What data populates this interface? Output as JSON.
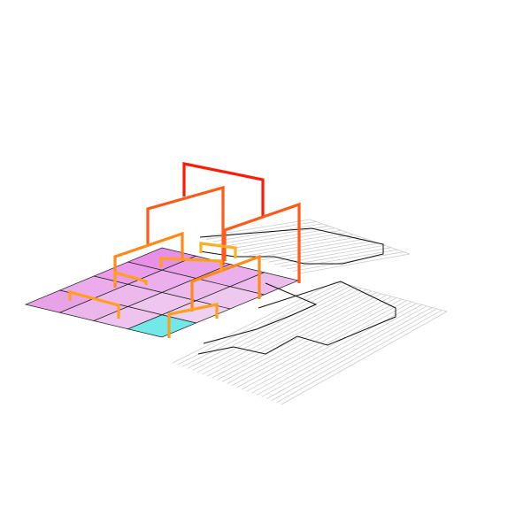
{
  "diagram": {
    "type": "isometric-3d-dendrogram",
    "title": "",
    "background": "#ffffff",
    "heatmap_rows": 4,
    "heatmap_cols": 4,
    "heatmap_cells": [
      {
        "row": 0,
        "col": 0,
        "color": "#e88fe8"
      },
      {
        "row": 0,
        "col": 1,
        "color": "#e9a0e9"
      },
      {
        "row": 0,
        "col": 2,
        "color": "#ebb0eb"
      },
      {
        "row": 0,
        "col": 3,
        "color": "#ecbcec"
      },
      {
        "row": 1,
        "col": 0,
        "color": "#ea9ce9"
      },
      {
        "row": 1,
        "col": 1,
        "color": "#ecaeec"
      },
      {
        "row": 1,
        "col": 2,
        "color": "#edbaed"
      },
      {
        "row": 1,
        "col": 3,
        "color": "#efc8ef"
      },
      {
        "row": 2,
        "col": 0,
        "color": "#ecacec"
      },
      {
        "row": 2,
        "col": 1,
        "color": "#edb9ed"
      },
      {
        "row": 2,
        "col": 2,
        "color": "#efc6ef"
      },
      {
        "row": 2,
        "col": 3,
        "color": "#f0d0f0"
      },
      {
        "row": 3,
        "col": 0,
        "color": "#e8a3e8"
      },
      {
        "row": 3,
        "col": 1,
        "color": "#ebb7eb"
      },
      {
        "row": 3,
        "col": 2,
        "color": "#eec4ee"
      },
      {
        "row": 3,
        "col": 3,
        "color": "#72e8e8"
      }
    ],
    "branch_colors": [
      "#ff1a00",
      "#ff5a1a",
      "#ff8a1a",
      "#ffa01a",
      "#ffb020"
    ],
    "grid_line_color": "#cccccc",
    "cell_border_color": "#222222"
  }
}
